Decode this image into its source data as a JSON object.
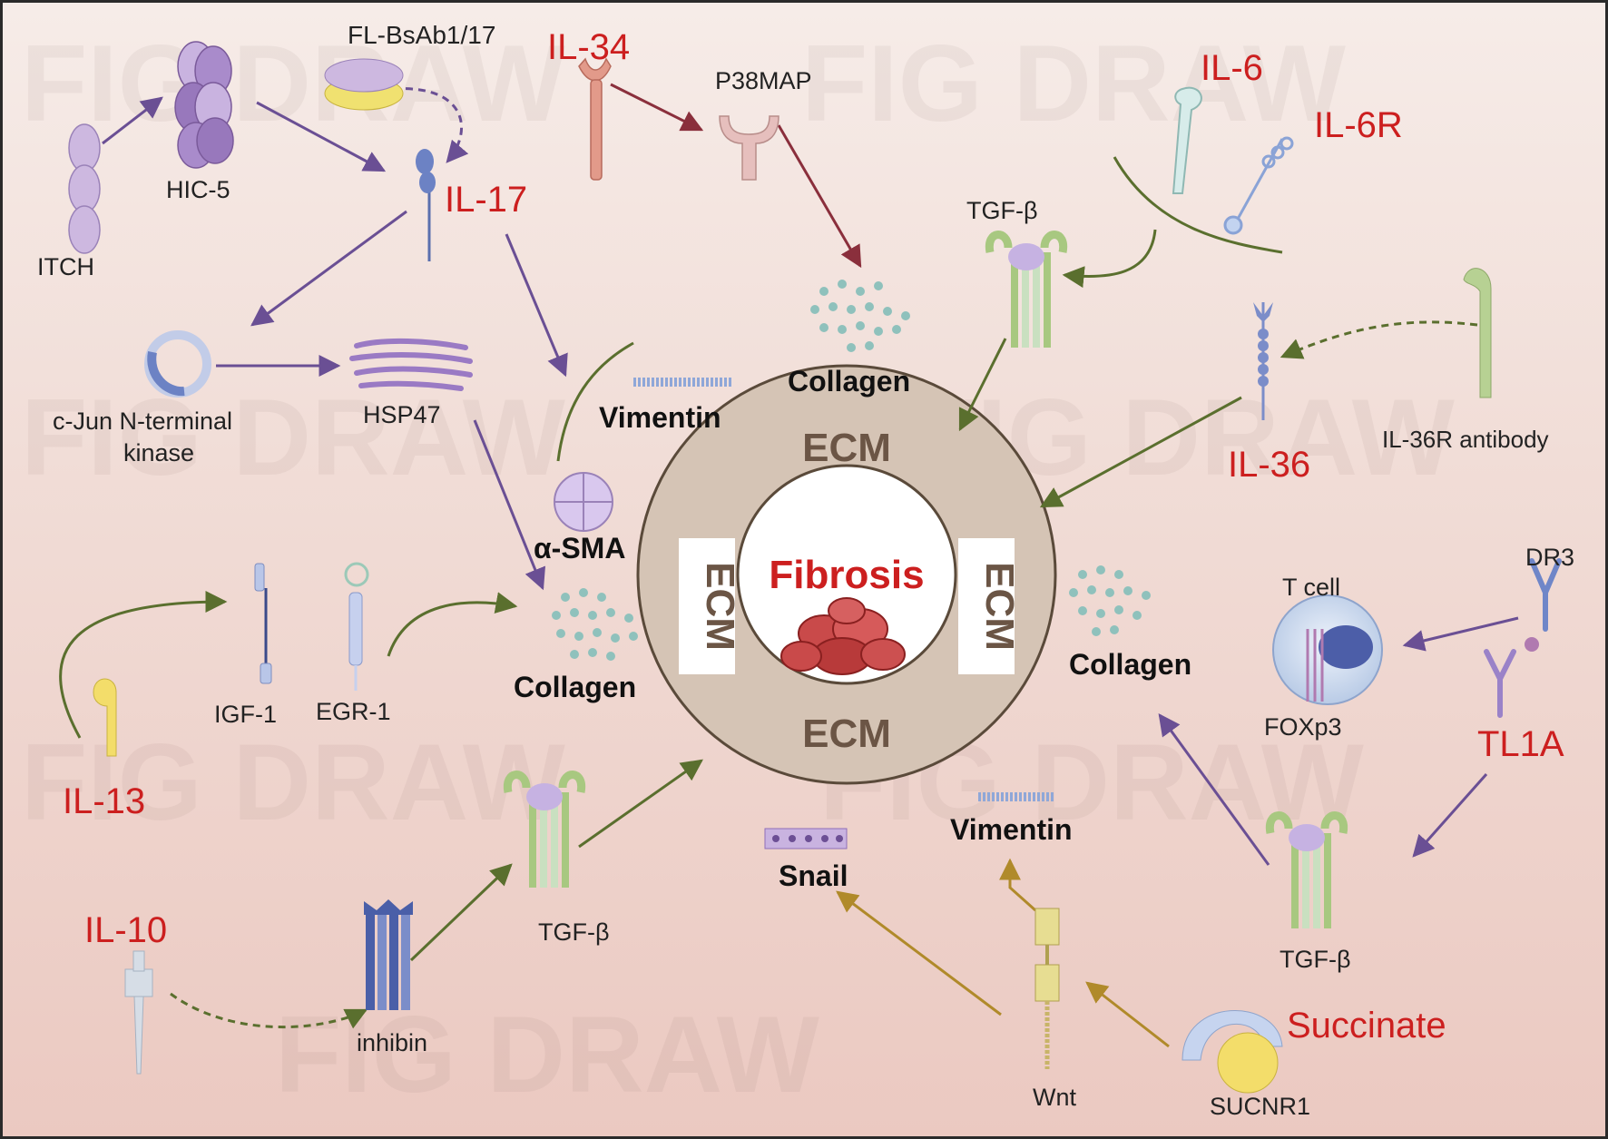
{
  "watermark": "FIG DRAW",
  "center": {
    "title": "Fibrosis",
    "ecm_top": "ECM",
    "ecm_bottom": "ECM",
    "ecm_left": "ECM",
    "ecm_right": "ECM"
  },
  "labels": {
    "fl_bsab": "FL-BsAb1/17",
    "il34": "IL-34",
    "p38map": "P38MAP",
    "il6": "IL-6",
    "il6r": "IL-6R",
    "hic5": "HIC-5",
    "itch": "ITCH",
    "il17": "IL-17",
    "tgfb_top": "TGF-β",
    "collagen_top": "Collagen",
    "cjun": "c-Jun N-terminal",
    "cjun2": "kinase",
    "hsp47": "HSP47",
    "vimentin_top": "Vimentin",
    "il36": "IL-36",
    "il36r_ab": "IL-36R antibody",
    "asma": "α-SMA",
    "igf1": "IGF-1",
    "egr1": "EGR-1",
    "collagen_left": "Collagen",
    "il13": "IL-13",
    "tcell": "T cell",
    "dr3": "DR3",
    "foxp3": "FOXp3",
    "tl1a": "TL1A",
    "collagen_right": "Collagen",
    "tgfb_bottom_left": "TGF-β",
    "snail": "Snail",
    "vimentin_bottom": "Vimentin",
    "il10": "IL-10",
    "inhibin": "inhibin",
    "tgfb_bottom_right": "TGF-β",
    "succinate": "Succinate",
    "wnt": "Wnt",
    "sucnr1": "SUCNR1"
  },
  "colors": {
    "cytokine_red": "#cc1f1f",
    "arrow_purple": "#6a4f94",
    "arrow_green": "#5a6f2e",
    "arrow_maroon": "#8a2f3c",
    "arrow_gold": "#b08a2a",
    "ecm_ring": "#d5c4b5",
    "ecm_text": "#6b5545"
  }
}
